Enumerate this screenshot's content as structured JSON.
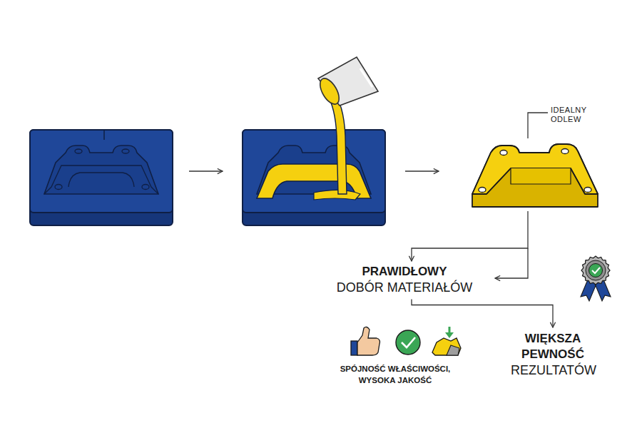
{
  "diagram": {
    "nodes": [
      {
        "text": [
          "PRAWIDŁOWY",
          "DOBÓR MATERIAŁÓW"
        ]
      },
      {
        "text": [
          "WIĘKSZA PEWNOŚĆ",
          "REZULTATÓW"
        ]
      }
    ],
    "edges": [
      {
        "from": 0,
        "to": 1,
        "arrow": "to"
      }
    ],
    "labels": [
      "IDEALNY ODLEW",
      "SPÓJNOŚĆ WŁAŚCIWOŚCI, WYSOKA JAKOŚĆ"
    ]
  }
}
